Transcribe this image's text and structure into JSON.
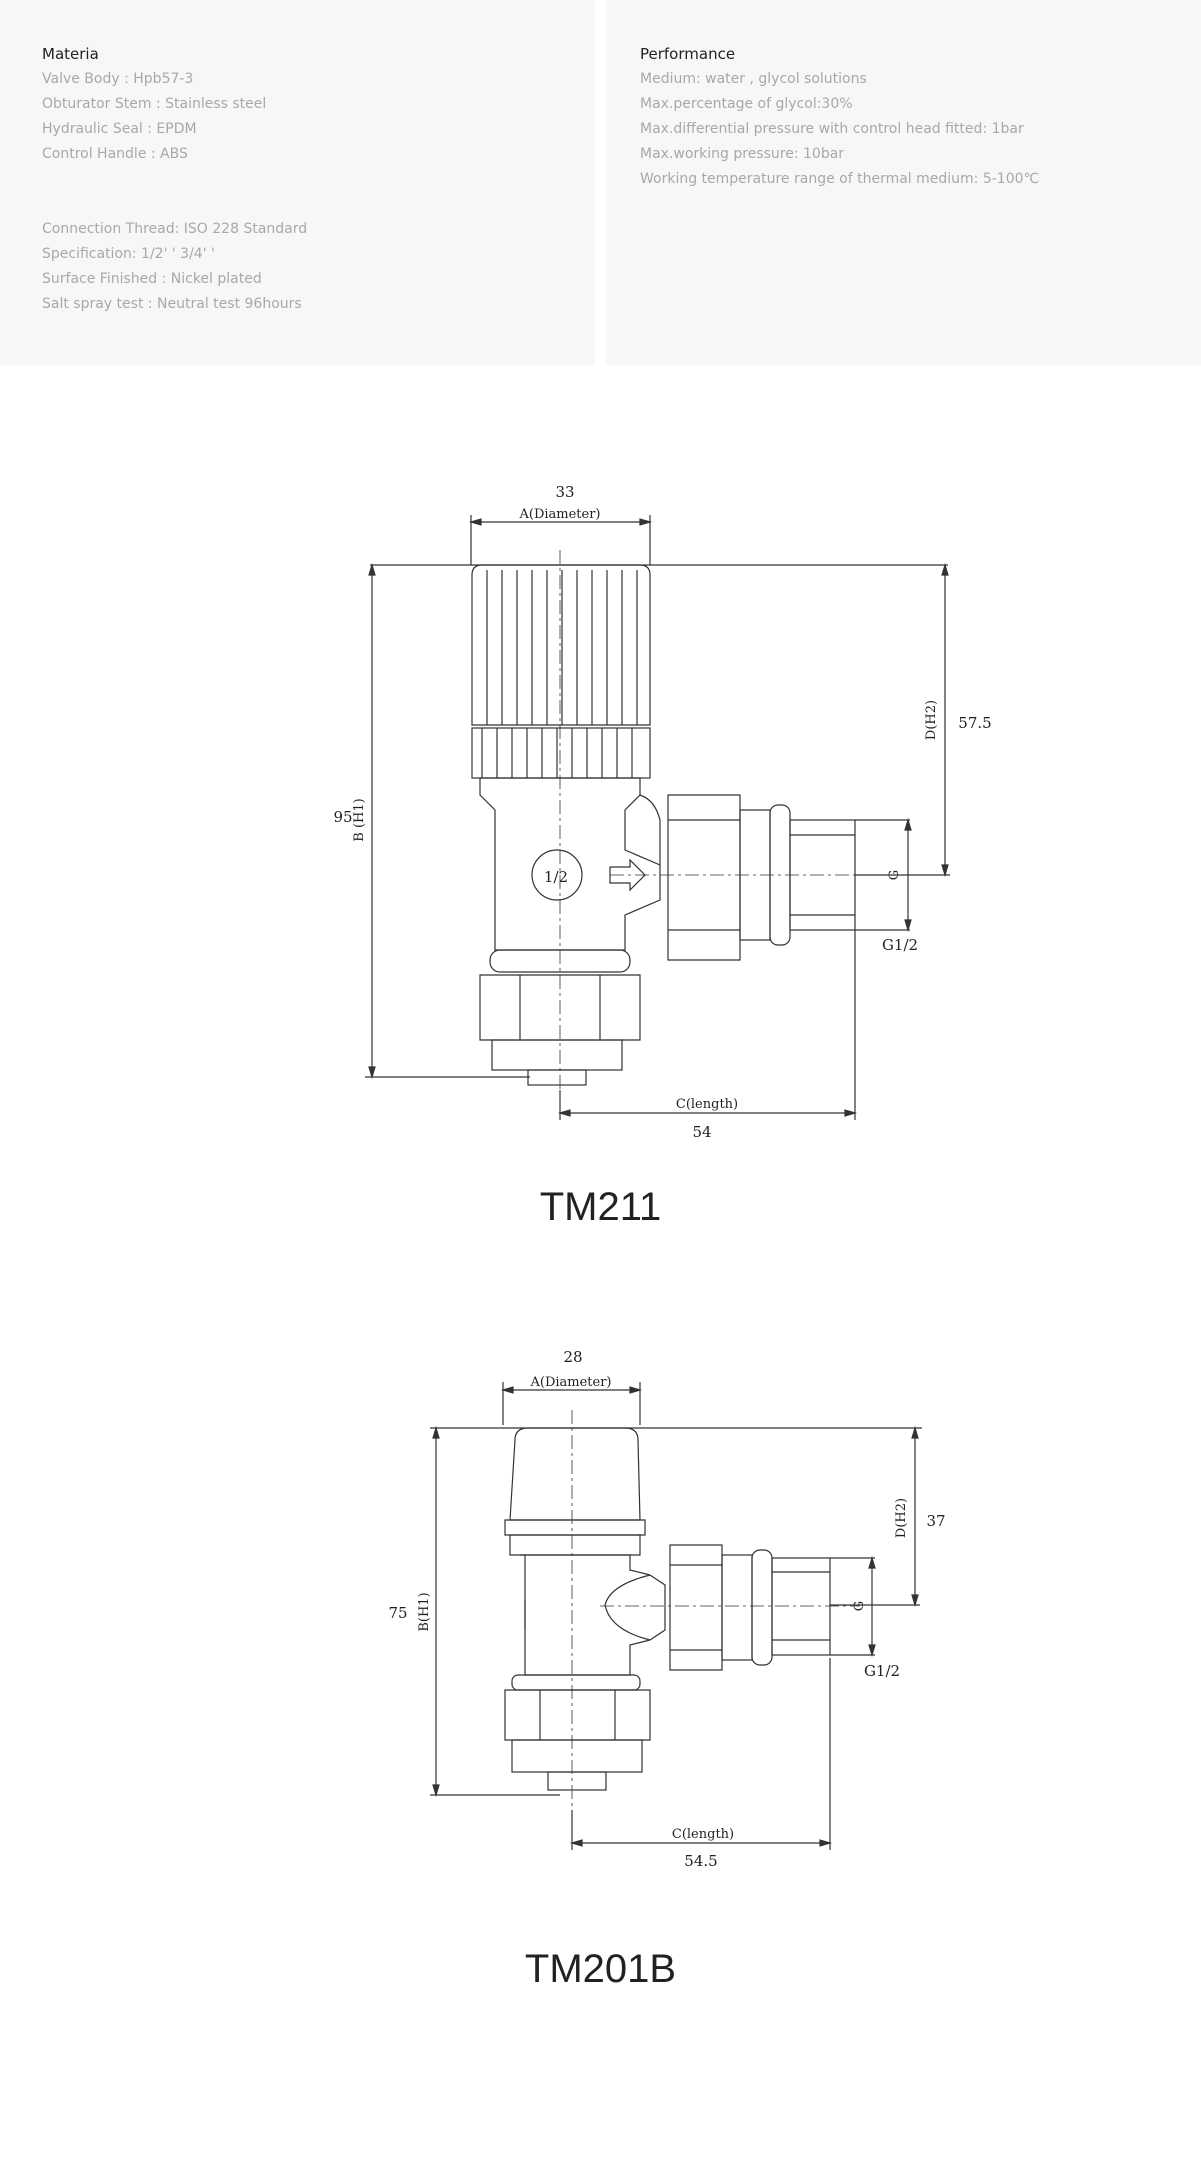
{
  "materials": {
    "title": "Materia",
    "group1": [
      "Valve Body : Hpb57-3",
      "Obturator Stem : Stainless steel",
      "Hydraulic Seal : EPDM",
      "Control Handle : ABS"
    ],
    "group2": [
      "Connection Thread: ISO 228 Standard",
      "Specification: 1/2'  '     3/4'   '",
      "Surface Finished : Nickel plated",
      "Salt spray test :  Neutral test 96hours"
    ]
  },
  "performance": {
    "title": "Performance",
    "items": [
      "Medium: water , glycol solutions",
      "Max.percentage of glycol:30%",
      "Max.differential pressure with control head fitted: 1bar",
      "Max.working pressure: 10bar",
      "Working temperature range of thermal medium: 5-100℃"
    ]
  },
  "tm211": {
    "model": "TM211",
    "diameter_value": "33",
    "diameter_label": "A(Diameter)",
    "height_value": "95",
    "height_label": "B (H1)",
    "h2_value": "57.5",
    "h2_label": "D(H2)",
    "g_label": "G",
    "thread_label": "G1/2",
    "length_label": "C(length)",
    "length_value": "54",
    "size_mark": "1/2"
  },
  "tm201b": {
    "model": "TM201B",
    "diameter_value": "28",
    "diameter_label": "A(Diameter)",
    "height_value": "75",
    "height_label": "B(H1)",
    "h2_value": "37",
    "h2_label": "D(H2)",
    "g_label": "G",
    "thread_label": "G1/2",
    "length_label": "C(length)",
    "length_value": "54.5"
  }
}
